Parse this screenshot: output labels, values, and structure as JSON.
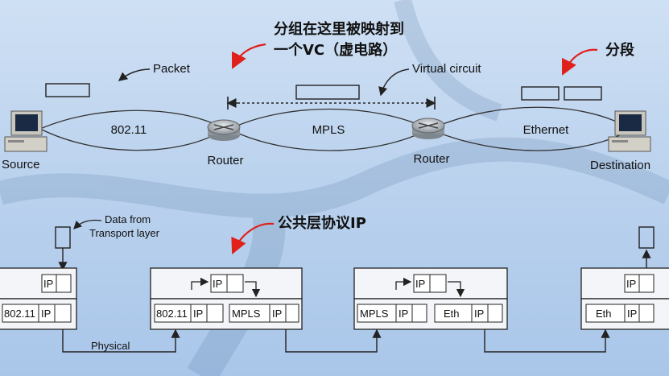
{
  "annotations": {
    "mapped_line1": "分组在这里被映射到",
    "mapped_line2": "一个VC（虚电路）",
    "segment": "分段",
    "common_ip": "公共层协议IP"
  },
  "top": {
    "packet_label": "Packet",
    "virtual_circuit_label": "Virtual circuit",
    "source_label": "Source",
    "destination_label": "Destination",
    "router1_label": "Router",
    "router2_label": "Router",
    "link1_label": "802.11",
    "link2_label": "MPLS",
    "link3_label": "Ethernet"
  },
  "bottom": {
    "data_from_line1": "Data from",
    "data_from_line2": "Transport layer",
    "physical_label": "Physical",
    "stack_source": {
      "upper": "IP",
      "lower": [
        "802.11",
        "IP"
      ]
    },
    "stack_router1": {
      "upper": "IP",
      "lower_left": [
        "802.11",
        "IP"
      ],
      "lower_right": [
        "MPLS",
        "IP"
      ]
    },
    "stack_router2": {
      "upper": "IP",
      "lower_left": [
        "MPLS",
        "IP"
      ],
      "lower_right": [
        "Eth",
        "IP"
      ]
    },
    "stack_destination": {
      "upper": "IP",
      "lower": [
        "Eth",
        "IP"
      ]
    }
  },
  "colors": {
    "arrow_red": "#e0201a",
    "line": "#222222"
  }
}
